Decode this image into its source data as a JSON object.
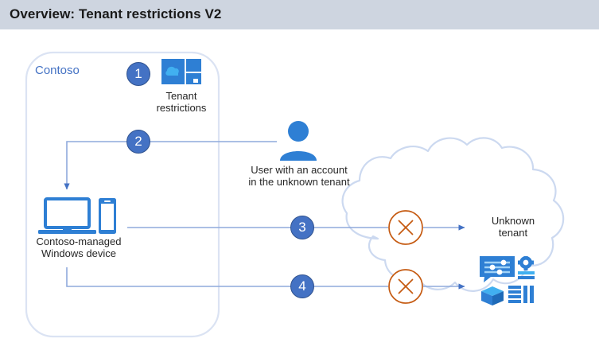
{
  "header": {
    "title": "Overview: Tenant restrictions V2"
  },
  "diagram": {
    "type": "flow-diagram",
    "tenant_boundary": {
      "label": "Contoso",
      "name": "contoso-tenant-boundary",
      "border_color": "#dbe3f3"
    },
    "cloud": {
      "name": "unknown-tenant-cloud",
      "border_color": "#ccd9f0"
    },
    "steps": [
      {
        "number": "1",
        "name": "step-1",
        "relates_to": "tenant-restrictions-policy"
      },
      {
        "number": "2",
        "name": "step-2",
        "relates_to": "policy-pushed-to-device"
      },
      {
        "number": "3",
        "name": "step-3",
        "relates_to": "blocked-auth-to-unknown-tenant"
      },
      {
        "number": "4",
        "name": "step-4",
        "relates_to": "blocked-access-to-cloud-services"
      }
    ],
    "nodes": [
      {
        "name": "tenant-restrictions-node",
        "label": "Tenant\nrestrictions",
        "label_line1": "Tenant",
        "label_line2": "restrictions",
        "icon": "tenant-restrictions-icon"
      },
      {
        "name": "user-node",
        "label_line1": "User with an account",
        "label_line2": "in the unknown tenant",
        "icon": "user-person-icon"
      },
      {
        "name": "device-node",
        "label_line1": "Contoso-managed",
        "label_line2": "Windows device",
        "icon": "laptop-and-phone-icon"
      },
      {
        "name": "unknown-tenant-node",
        "label_line1": "Unknown",
        "label_line2": "tenant",
        "icon": "cloud-service-icons"
      }
    ],
    "blockers": [
      {
        "name": "block-marker-3",
        "glyph": "X",
        "color": "#c55a11"
      },
      {
        "name": "block-marker-4",
        "glyph": "X",
        "color": "#c55a11"
      }
    ],
    "colors": {
      "header_band": "#ced5e0",
      "accent_blue": "#4472c4",
      "icon_blue": "#2e7fd4",
      "icon_light_blue": "#41b0f0",
      "connector_blue": "#8faadc",
      "block_orange": "#c55a11",
      "text": "#262626"
    }
  }
}
